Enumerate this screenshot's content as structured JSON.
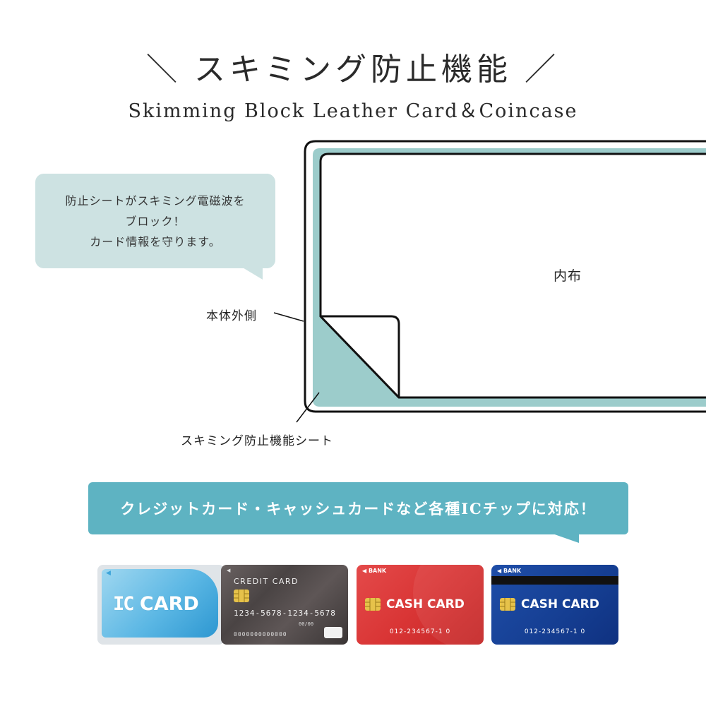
{
  "header": {
    "title_jp": "スキミング防止機能",
    "slash_left": "＼",
    "slash_right": "／",
    "title_en": "Skimming Block Leather Card＆Coincase"
  },
  "callout": {
    "line1": "防止シートがスキミング電磁波を",
    "line2": "ブロック！",
    "line3": "カード情報を守ります。"
  },
  "diagram": {
    "outer_label": "本体外側",
    "inner_label": "内布",
    "sheet_label": "スキミング防止機能シート",
    "colors": {
      "sheet": "#9ccccb",
      "outline": "#111111"
    }
  },
  "banner": {
    "text": "クレジットカード・キャッシュカードなど各種ICチップに対応！",
    "color": "#5eb3c2"
  },
  "cards": {
    "ic": {
      "mark": "◀",
      "prefix": "IC",
      "label": " CARD"
    },
    "credit": {
      "mark": "◀",
      "name": "CREDIT CARD",
      "number": "1234-5678-1234-5678",
      "expiry": "00/00",
      "account": "0000000000000"
    },
    "cash_red": {
      "bank": "◀ BANK",
      "label": "CASH CARD",
      "number": "012-234567-1 0",
      "color": "#d93535"
    },
    "cash_blue": {
      "bank": "◀ BANK",
      "label": "CASH CARD",
      "number": "012-234567-1 0",
      "color": "#153e92"
    }
  }
}
